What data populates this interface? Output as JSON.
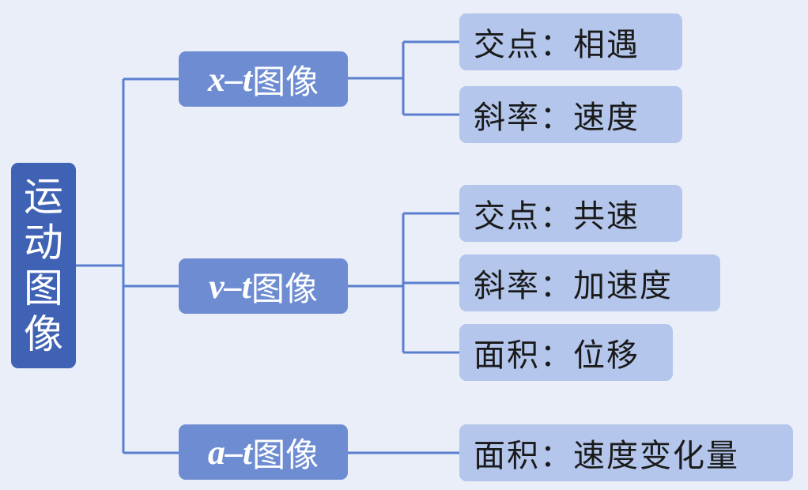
{
  "root": {
    "chars": [
      "运",
      "动",
      "图",
      "像"
    ]
  },
  "branches": [
    {
      "var": "x–t",
      "word": "图像",
      "leaves": [
        "交点：相遇",
        "斜率：速度"
      ]
    },
    {
      "var": "v–t",
      "word": "图像",
      "leaves": [
        "交点：共速",
        "斜率：加速度",
        "面积：位移"
      ]
    },
    {
      "var": "a–t",
      "word": "图像",
      "leaves": [
        "面积：速度变化量"
      ]
    }
  ],
  "colors": {
    "background": "#e9eef8",
    "root": "#3f62b4",
    "branch": "#6d8cd2",
    "leaf": "#b4c6ec",
    "connector": "#5b7fcf"
  }
}
